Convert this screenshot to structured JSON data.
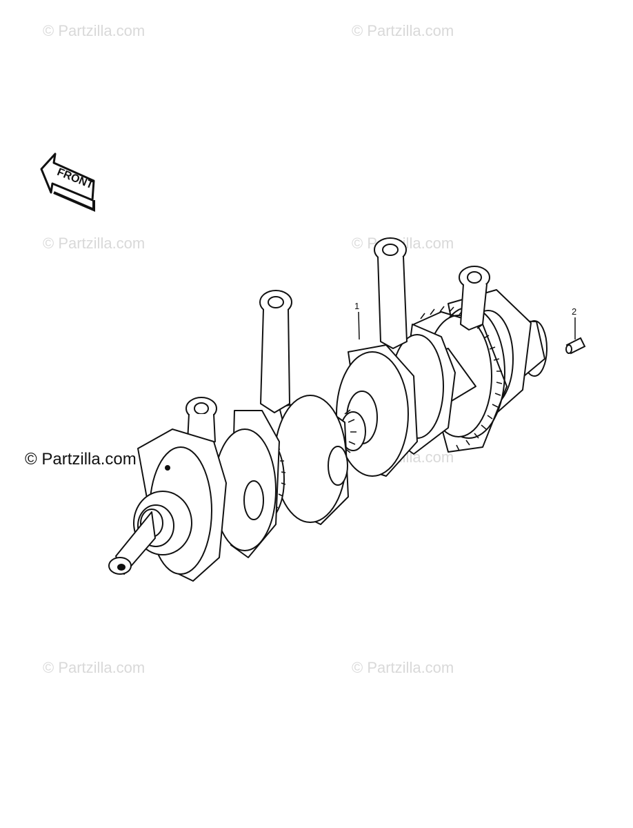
{
  "watermark": {
    "text": "© Partzilla.com"
  },
  "front_badge": {
    "label": "FRONT"
  },
  "callouts": [
    {
      "number": "1"
    },
    {
      "number": "2"
    }
  ],
  "colors": {
    "line": "#111111",
    "watermark": "#d9d9d9",
    "background": "#ffffff"
  }
}
